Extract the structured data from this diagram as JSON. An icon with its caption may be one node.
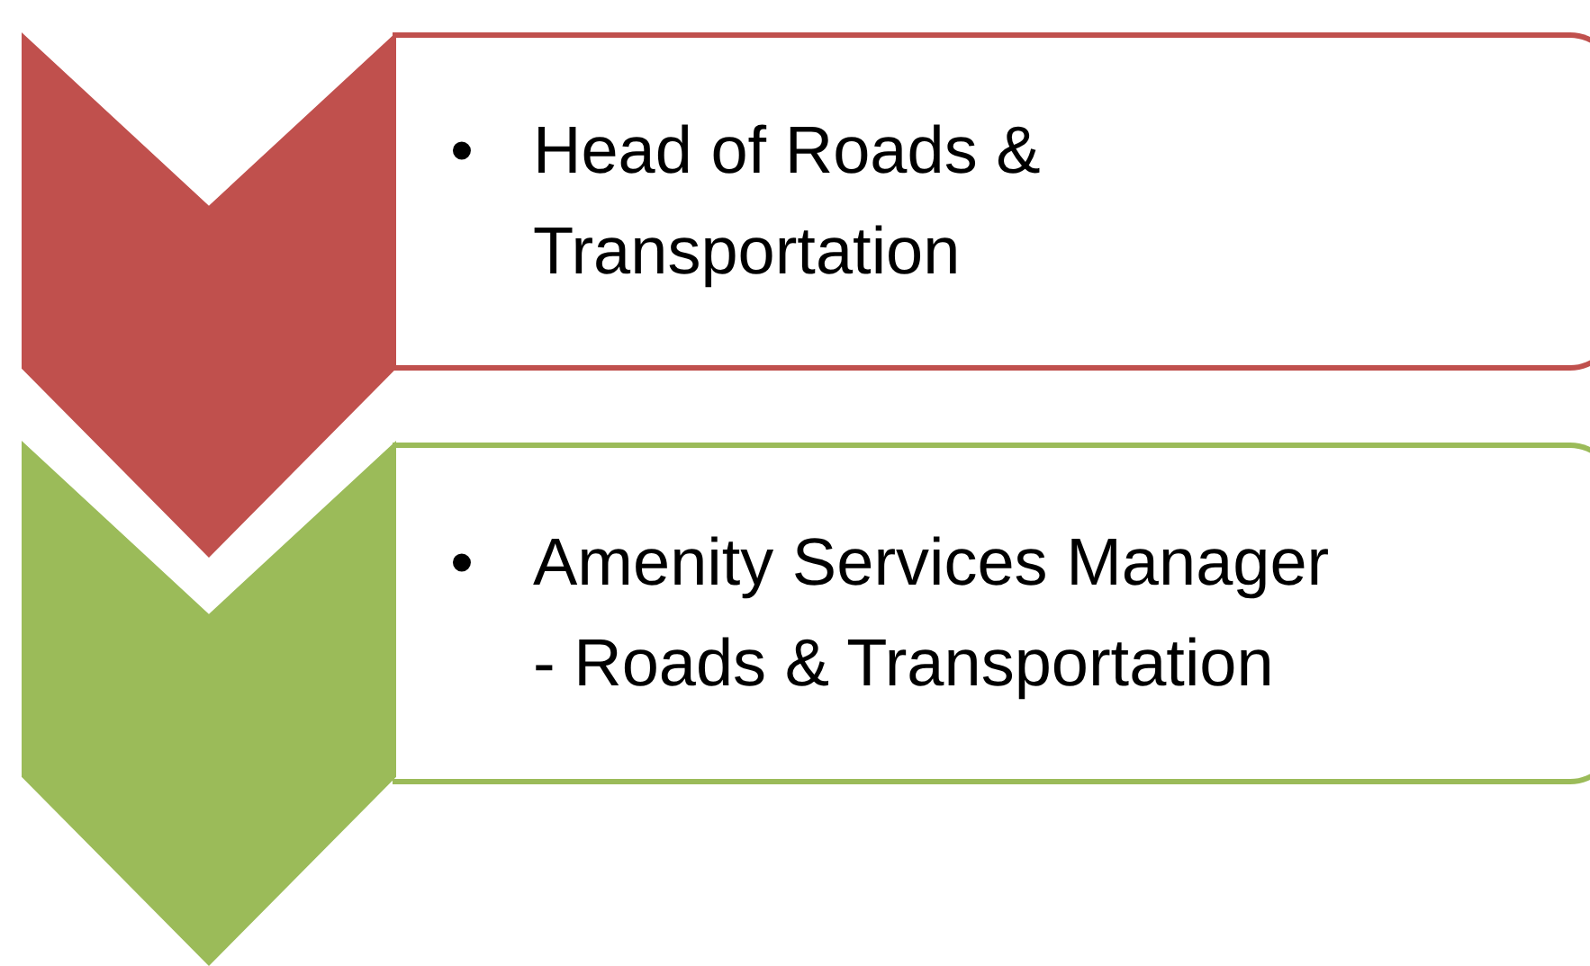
{
  "diagram": {
    "nodes": [
      {
        "text": [],
        "shape": "chevron"
      },
      {
        "text": [
          "•",
          "Head of Roads & Transportation"
        ]
      },
      {
        "text": [],
        "shape": "chevron"
      },
      {
        "text": [
          "•",
          "Amenity Services Manager - Roads & Transportation"
        ]
      }
    ]
  }
}
